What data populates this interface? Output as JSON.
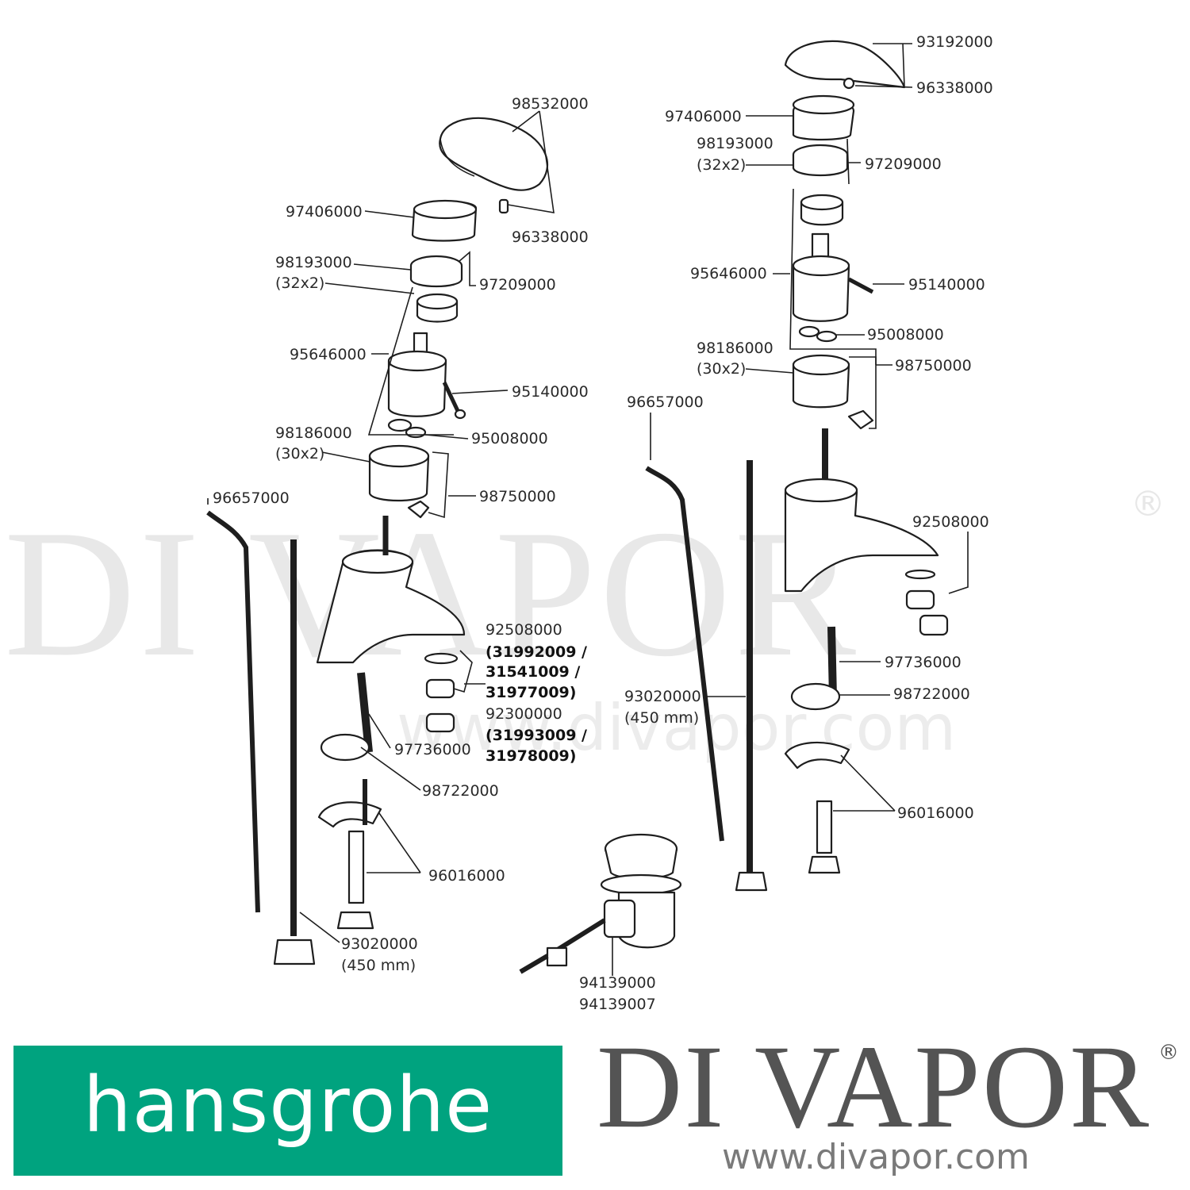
{
  "watermark": {
    "text": "DI VAPOR",
    "reg": "®",
    "url": "www.divapor.com"
  },
  "left_diagram": {
    "lbl_98532000": "98532000",
    "lbl_97406000": "97406000",
    "lbl_96338000": "96338000",
    "lbl_98193000": "98193000",
    "lbl_32x2": "(32x2)",
    "lbl_97209000": "97209000",
    "lbl_95646000": "95646000",
    "lbl_95140000": "95140000",
    "lbl_95008000": "95008000",
    "lbl_98186000": "98186000",
    "lbl_30x2": "(30x2)",
    "lbl_98750000": "98750000",
    "lbl_96657000": "96657000",
    "lbl_92508000": "92508000",
    "lbl_31992009": "(31992009 /",
    "lbl_31541009": "31541009 /",
    "lbl_31977009": "31977009)",
    "lbl_92300000": "92300000",
    "lbl_31993009": "(31993009 /",
    "lbl_31978009": "31978009)",
    "lbl_97736000": "97736000",
    "lbl_98722000": "98722000",
    "lbl_96016000": "96016000",
    "lbl_93020000": "93020000",
    "lbl_450mm": "(450 mm)"
  },
  "right_diagram": {
    "lbl_93192000": "93192000",
    "lbl_96338000": "96338000",
    "lbl_97406000": "97406000",
    "lbl_98193000": "98193000",
    "lbl_32x2": "(32x2)",
    "lbl_97209000": "97209000",
    "lbl_95646000": "95646000",
    "lbl_95140000": "95140000",
    "lbl_95008000": "95008000",
    "lbl_98186000": "98186000",
    "lbl_30x2": "(30x2)",
    "lbl_98750000": "98750000",
    "lbl_96657000": "96657000",
    "lbl_92508000": "92508000",
    "lbl_97736000": "97736000",
    "lbl_98722000": "98722000",
    "lbl_93020000": "93020000",
    "lbl_450mm": "(450 mm)",
    "lbl_96016000": "96016000"
  },
  "waste": {
    "lbl_94139000": "94139000",
    "lbl_94139007": "94139007"
  },
  "footer": {
    "logo_text": "hansgrohe",
    "brand": "DI VAPOR",
    "brand_reg": "®",
    "url": "www.divapor.com",
    "logo_color": "#00a37f"
  }
}
